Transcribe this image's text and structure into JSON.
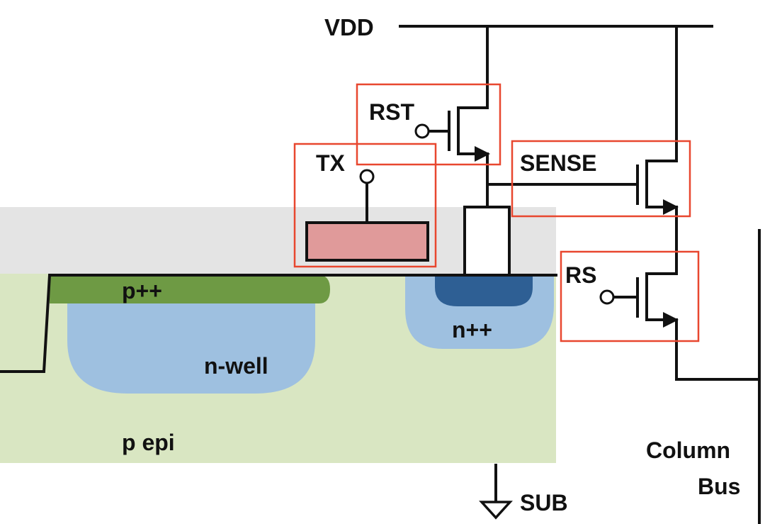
{
  "labels": {
    "vdd": "VDD",
    "rst": "RST",
    "tx": "TX",
    "sense": "SENSE",
    "rs": "RS",
    "p_plus": "p++",
    "n_well": "n-well",
    "n_plus": "n++",
    "p_epi": "p epi",
    "column": "Column",
    "bus": "Bus",
    "sub": "SUB"
  },
  "colors": {
    "oxide": "#e4e4e4",
    "p_epi": "#d9e6c2",
    "p_plus": "#6e9a44",
    "n_well": "#9ec0e0",
    "n_plus": "#2e5f94",
    "tx_gate": "#e09a9a",
    "highlight_box": "#e8472f",
    "wire": "#111111"
  }
}
